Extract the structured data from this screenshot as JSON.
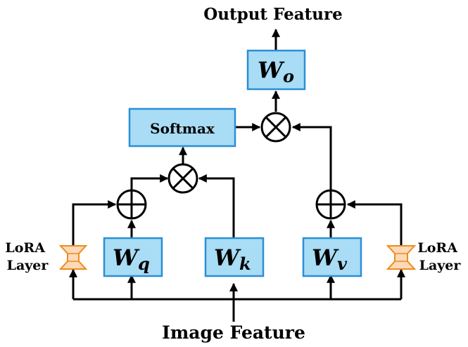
{
  "title_top": "Output Feature",
  "title_bottom": "Image Feature",
  "softmax": "Softmax",
  "w_o": {
    "base": "W",
    "sub": "o"
  },
  "w_q": {
    "base": "W",
    "sub": "q"
  },
  "w_k": {
    "base": "W",
    "sub": "k"
  },
  "w_v": {
    "base": "W",
    "sub": "v"
  },
  "lora_left": [
    "LoRA",
    "Layer"
  ],
  "lora_right": [
    "LoRA",
    "Layer"
  ],
  "colors": {
    "box_fill": "#a9dcf5",
    "box_stroke": "#2a8fd6",
    "lora_fill": "#fcd9b8",
    "lora_stroke": "#f08a1c"
  }
}
